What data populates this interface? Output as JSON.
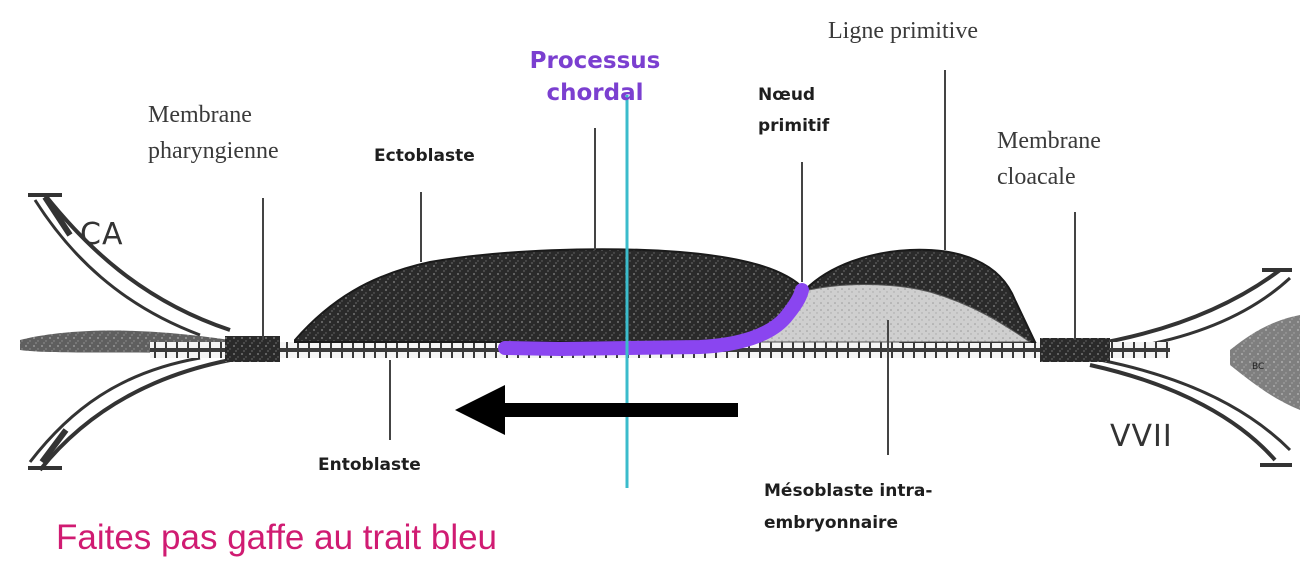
{
  "labels": {
    "membrane_pharyngienne": [
      "Membrane",
      "pharyngienne"
    ],
    "ectoblaste": "Ectoblaste",
    "processus_chordal": [
      "Processus",
      "chordal"
    ],
    "noeud_primitif": [
      "Nœud",
      "primitif"
    ],
    "ligne_primitive": "Ligne primitive",
    "membrane_cloacale": [
      "Membrane",
      "cloacale"
    ],
    "ca": "CA",
    "vvii": "VVII",
    "bc": "BC",
    "entoblaste": "Entoblaste",
    "mesoblaste": [
      "Mésoblaste intra-",
      "embryonnaire"
    ]
  },
  "note": "Faites pas gaffe au trait bleu",
  "colors": {
    "chordal_process": "#8a45f0",
    "blue_line": "#3bbccc",
    "note_text": "#d01b72",
    "ectoderm": "#2e2e2e",
    "mesoderm": "#c9c9c9"
  },
  "arrow_direction": "left"
}
